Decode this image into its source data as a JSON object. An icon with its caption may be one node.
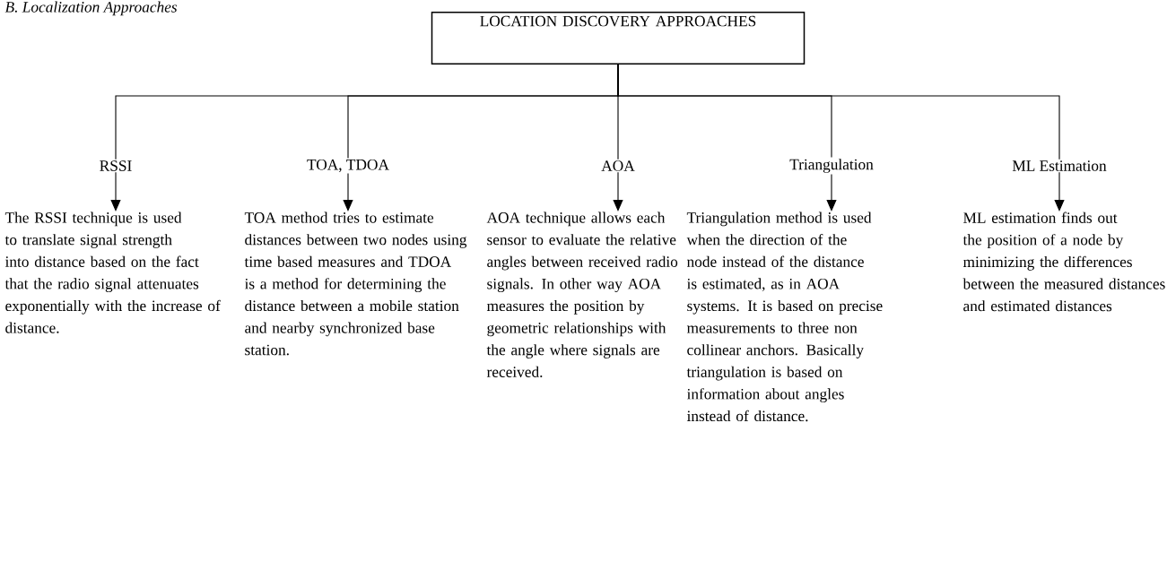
{
  "diagram": {
    "title": "B. Localization Approaches",
    "nodes": [
      {
        "text": [
          "LOCATION DISCOVERY APPROACHES"
        ]
      },
      {
        "text": [
          "RSSI"
        ]
      },
      {
        "text": [
          "TOA, TDOA"
        ]
      },
      {
        "text": [
          "AOA"
        ]
      },
      {
        "text": [
          "Triangulation"
        ]
      },
      {
        "text": [
          "ML Estimation"
        ]
      },
      {
        "text": [
          "The RSSI technique is used to translate signal strength into distance based on the fact that the radio signal attenuates exponentially with the increase of distance."
        ]
      },
      {
        "text": [
          "TOA method tries to estimate distances between two nodes using time based measures and TDOA is a method for determining the distance between a mobile station and nearby synchronized base station."
        ]
      },
      {
        "text": [
          "AOA technique allows each sensor to evaluate the relative angles between received radio signals. In other way AOA measures the position by geometric relationships with the angle where signals are received."
        ]
      },
      {
        "text": [
          "Triangulation method is used when the direction of the node instead of the distance is estimated, as in AOA systems. It is based on precise measurements to three non collinear anchors. Basically triangulation is based on information about angles instead of distance."
        ]
      },
      {
        "text": [
          "ML estimation finds out the position of a node by minimizing the differences between the measured distances and estimated distances"
        ]
      }
    ],
    "edges": [
      {
        "from": 0,
        "to": 1,
        "arrow": "none"
      },
      {
        "from": 0,
        "to": 2,
        "arrow": "none"
      },
      {
        "from": 0,
        "to": 3,
        "arrow": "none"
      },
      {
        "from": 0,
        "to": 4,
        "arrow": "none"
      },
      {
        "from": 0,
        "to": 5,
        "arrow": "none"
      },
      {
        "from": 1,
        "to": 6,
        "arrow": "to"
      },
      {
        "from": 2,
        "to": 7,
        "arrow": "to"
      },
      {
        "from": 3,
        "to": 8,
        "arrow": "to"
      },
      {
        "from": 4,
        "to": 9,
        "arrow": "to"
      },
      {
        "from": 5,
        "to": 10,
        "arrow": "to"
      }
    ]
  }
}
